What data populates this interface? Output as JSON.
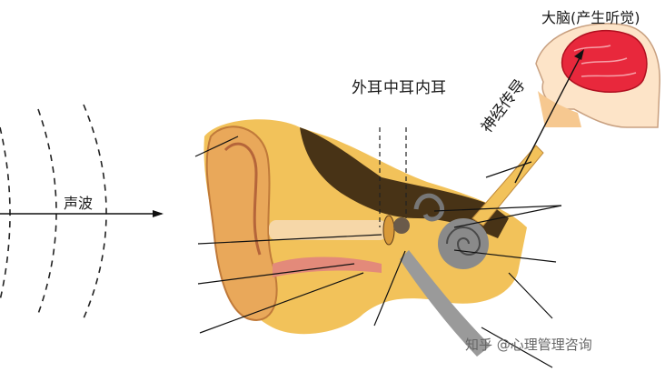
{
  "labels": {
    "brain": "大脑(产生听觉)",
    "sound_wave": "声波",
    "outer_ear": "外耳",
    "middle_ear": "中耳",
    "inner_ear": "内耳",
    "nerve_conduction": "神经传导"
  },
  "watermark": "知乎 @心理管理咨询",
  "colors": {
    "skin": "#f2c25a",
    "skin_dark": "#d99a3a",
    "brain": "#e8283c",
    "bone": "#2a1a0a",
    "cochlea": "#8a8a8a"
  }
}
